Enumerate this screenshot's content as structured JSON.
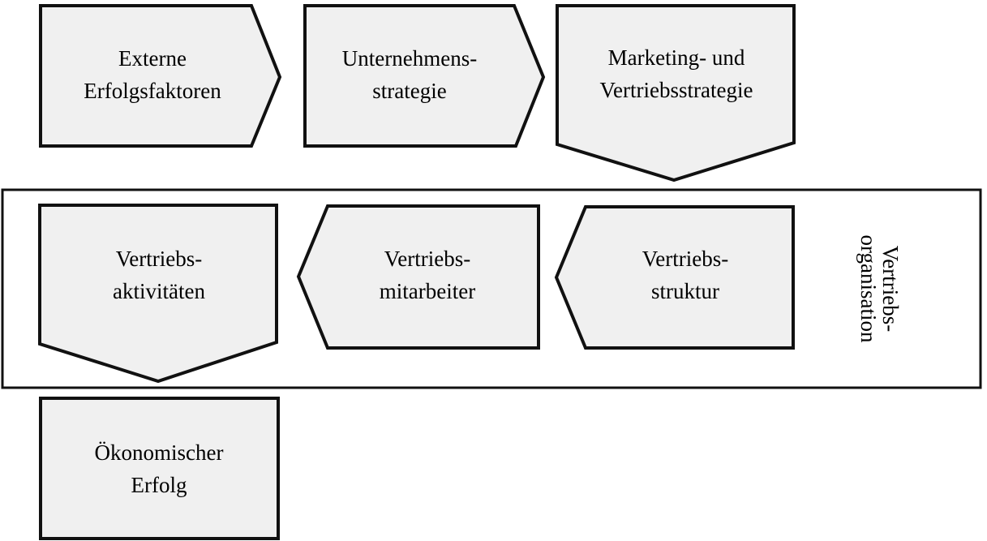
{
  "diagram": {
    "title_text": "",
    "colors": {
      "shape_fill": "#f0f0f0",
      "shape_stroke": "#111111",
      "background": "#ffffff",
      "text": "#000000"
    },
    "container": {
      "label_line1": "Vertriebs-",
      "label_line2": "organisation"
    },
    "nodes": [
      {
        "id": "externe-erfolgsfaktoren",
        "shape": "chevron-right",
        "line1": "Externe",
        "line2": "Erfolgsfaktoren"
      },
      {
        "id": "unternehmensstrategie",
        "shape": "chevron-right",
        "line1": "Unternehmens-",
        "line2": "strategie"
      },
      {
        "id": "marketing-und-vertriebsstrategie",
        "shape": "chevron-down",
        "line1": "Marketing- und",
        "line2": "Vertriebsstrategie"
      },
      {
        "id": "vertriebsaktivitaeten",
        "shape": "chevron-down",
        "line1": "Vertriebs-",
        "line2": "aktivitäten"
      },
      {
        "id": "vertriebsmitarbeiter",
        "shape": "chevron-left",
        "line1": "Vertriebs-",
        "line2": "mitarbeiter"
      },
      {
        "id": "vertriebsstruktur",
        "shape": "chevron-left",
        "line1": "Vertriebs-",
        "line2": "struktur"
      },
      {
        "id": "oekonomischer-erfolg",
        "shape": "rectangle",
        "line1": "Ökonomischer",
        "line2": "Erfolg"
      }
    ]
  }
}
